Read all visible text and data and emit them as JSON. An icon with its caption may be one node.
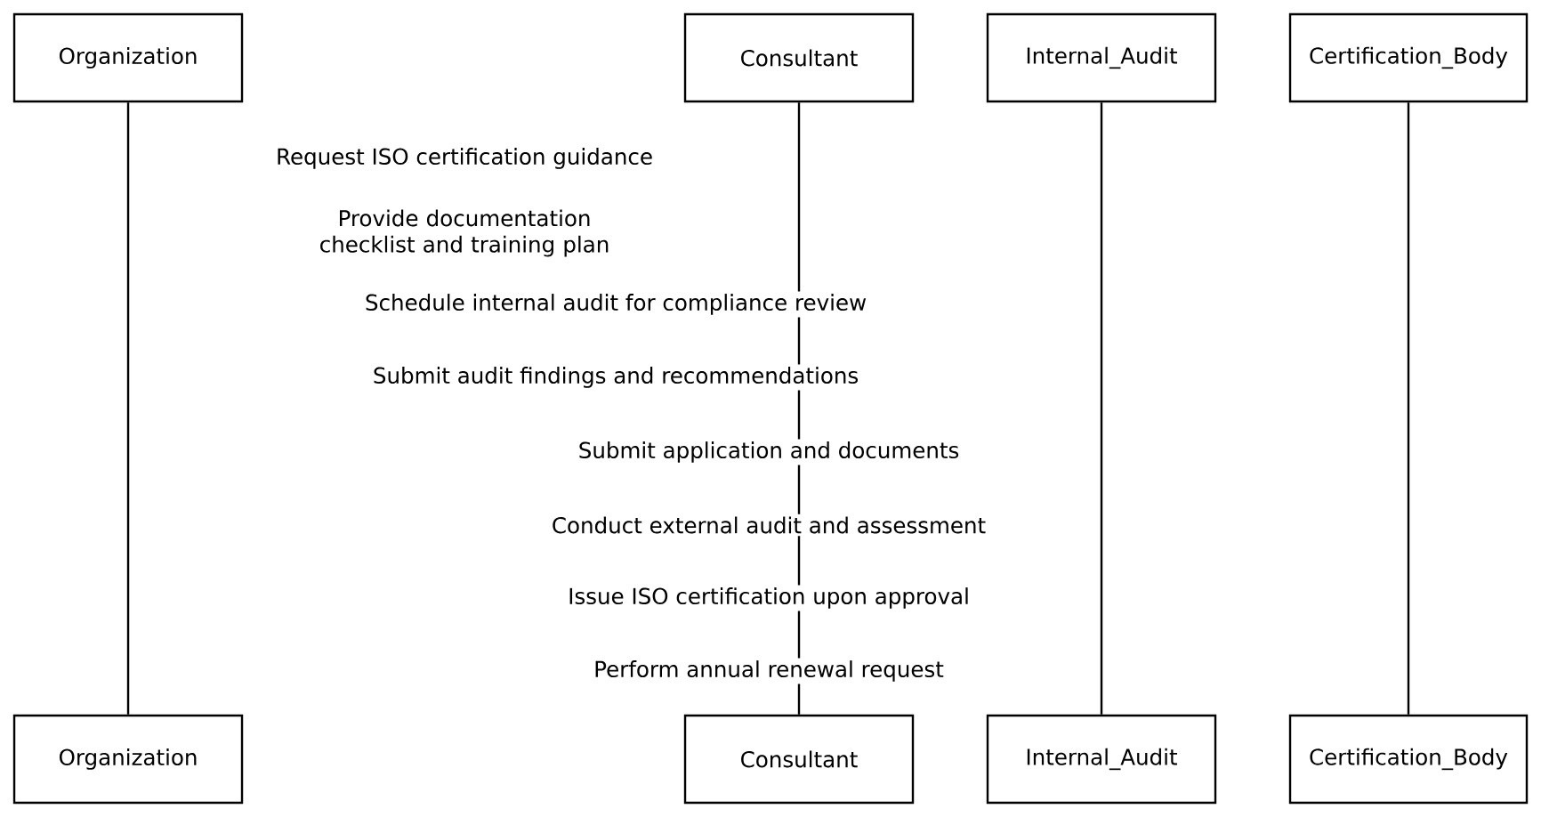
{
  "diagram": {
    "nodes": [
      {
        "text": [
          "Organization"
        ]
      },
      {
        "text": [
          "Consultant"
        ]
      },
      {
        "text": [
          "Internal_Audit"
        ]
      },
      {
        "text": [
          "Certification_Body"
        ]
      },
      {
        "text": [
          "Organization"
        ]
      },
      {
        "text": [
          "Consultant"
        ]
      },
      {
        "text": [
          "Internal_Audit"
        ]
      },
      {
        "text": [
          "Certification_Body"
        ]
      }
    ],
    "edges": [
      {
        "from": 0,
        "to": 4,
        "arrow": "none"
      },
      {
        "from": 1,
        "to": 5,
        "arrow": "none"
      },
      {
        "from": 2,
        "to": 6,
        "arrow": "none"
      },
      {
        "from": 3,
        "to": 7,
        "arrow": "none"
      }
    ],
    "labels": [
      "Request ISO certification guidance",
      "Provide documentation checklist and training plan",
      "Schedule internal audit for compliance review",
      "Submit audit findings and recommendations",
      "Submit application and documents",
      "Conduct external audit and assessment",
      "Issue ISO certification upon approval",
      "Perform annual renewal request"
    ]
  }
}
